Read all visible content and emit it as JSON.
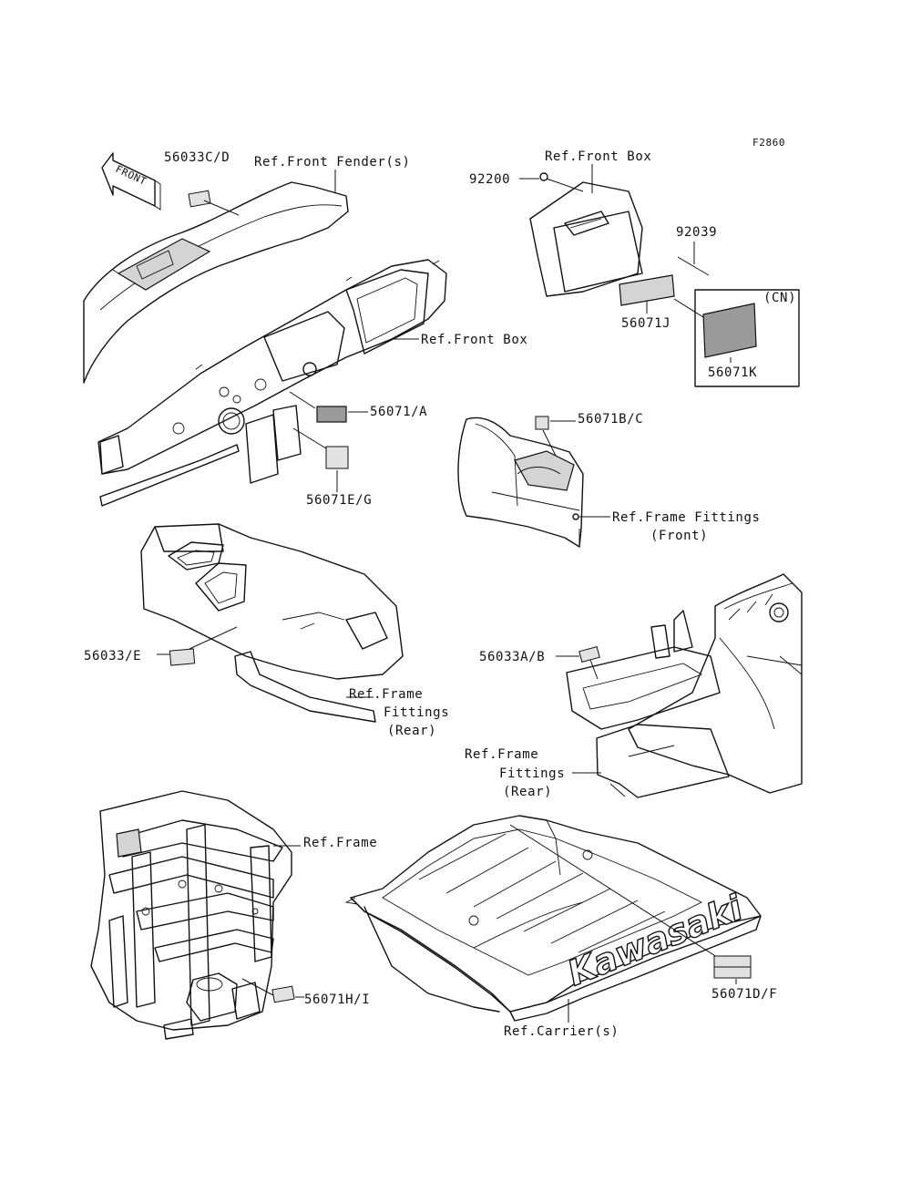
{
  "figure_code": "F2860",
  "direction_arrow": "FRONT",
  "labels": {
    "l56033cd": "56033C/D",
    "refFrontFender": "Ref.Front Fender(s)",
    "refFrontBox1": "Ref.Front Box",
    "l92200": "92200",
    "l92039": "92039",
    "cn": "(CN)",
    "l56071j": "56071J",
    "l56071k": "56071K",
    "refFrontBox2": "Ref.Front Box",
    "l56071a": "56071/A",
    "l56071eg": "56071E/G",
    "l56071bc": "56071B/C",
    "refFrameFittingsFront1": "Ref.Frame Fittings",
    "refFrameFittingsFront2": "(Front)",
    "l56033e": "56033/E",
    "refFrameFittingsRearA1": "Ref.Frame",
    "refFrameFittingsRearA2": "Fittings",
    "refFrameFittingsRearA3": "(Rear)",
    "l56033ab": "56033A/B",
    "refFrameFittingsRearB1": "Ref.Frame",
    "refFrameFittingsRearB2": "Fittings",
    "refFrameFittingsRearB3": "(Rear)",
    "refFrame": "Ref.Frame",
    "l56071hi": "56071H/I",
    "l56071df": "56071D/F",
    "refCarrier": "Ref.Carrier(s)",
    "brand": "Kawasaki"
  }
}
